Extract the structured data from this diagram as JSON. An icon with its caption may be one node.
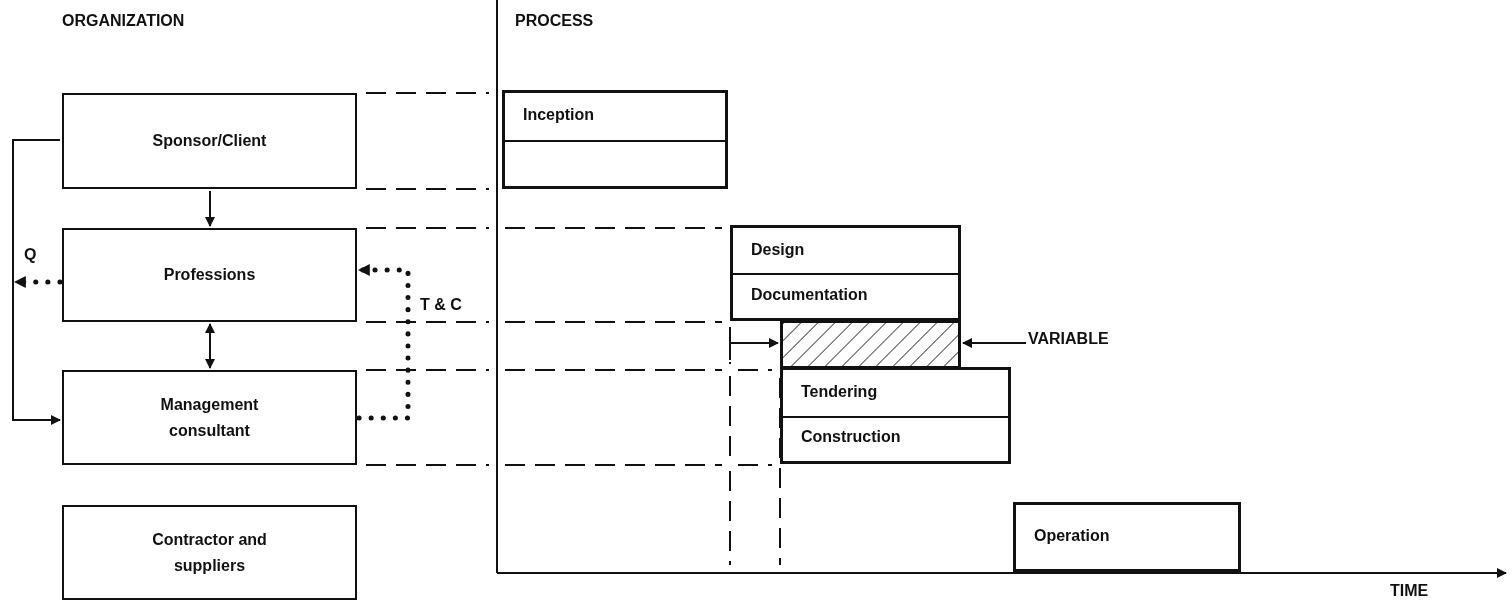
{
  "diagram": {
    "nodes": [
      {
        "text": [
          "Sponsor/Client"
        ]
      },
      {
        "text": [
          "Professions"
        ]
      },
      {
        "text": [
          "Management consultant"
        ]
      },
      {
        "text": [
          "Contractor and suppliers"
        ]
      },
      {
        "text": [
          "Inception"
        ]
      },
      {
        "text": [
          "Design",
          "Documentation"
        ]
      },
      {
        "text": [],
        "shape": "box"
      },
      {
        "text": [
          "VARIABLE"
        ]
      },
      {
        "text": [
          "Tendering",
          "Construction"
        ]
      },
      {
        "text": [
          "Operation"
        ]
      }
    ],
    "edges": [
      {
        "from": 0,
        "to": 1,
        "arrow": "to"
      },
      {
        "from": 1,
        "to": 2,
        "arrow": "both"
      },
      {
        "from": 0,
        "to": 2,
        "arrow": "to"
      },
      {
        "from": 1,
        "to": null,
        "arrow": "to",
        "label": "Q",
        "style": "dashed"
      },
      {
        "from": 2,
        "to": 1,
        "arrow": "to",
        "label": "T & C",
        "style": "dashed"
      },
      {
        "from": 7,
        "to": 6,
        "arrow": "to"
      },
      {
        "from": null,
        "to": 6,
        "arrow": "to"
      }
    ],
    "labels": [
      "ORGANIZATION",
      "PROCESS",
      "TIME"
    ]
  }
}
